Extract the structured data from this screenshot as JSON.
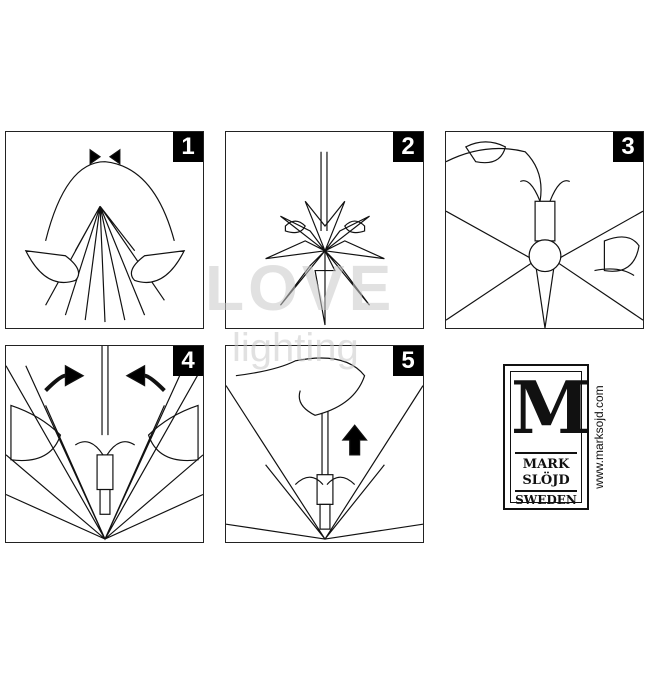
{
  "steps": [
    {
      "number": "1"
    },
    {
      "number": "2"
    },
    {
      "number": "3"
    },
    {
      "number": "4"
    },
    {
      "number": "5"
    }
  ],
  "logo": {
    "initial": "M",
    "line1": "MARK",
    "line2": "SLÖJD",
    "line3": "SWEDEN",
    "url": "www.marksojd.com"
  },
  "watermark": {
    "word1": "LOVE",
    "word2": "lighting"
  }
}
